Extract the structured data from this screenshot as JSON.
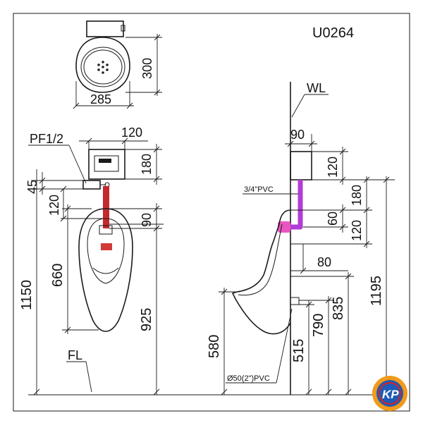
{
  "model_code": "U0264",
  "labels": {
    "water_level": "WL",
    "floor_level": "FL",
    "supply_connection": "PF1/2",
    "supply_pipe": "3/4\"PVC",
    "drain_pipe": "Ø50(2\")PVC"
  },
  "top_view": {
    "width": "285",
    "depth": "300"
  },
  "front_view": {
    "valve_width": "120",
    "valve_height": "180",
    "connector_height": "45",
    "pipe_length": "120",
    "inlet_drop": "90",
    "bowl_height": "660",
    "total_height": "1150",
    "rim_height": "925"
  },
  "side_view": {
    "valve_depth": "90",
    "valve_height": "120",
    "pipe_height": "180",
    "inlet_height": "60",
    "inlet_offset": "120",
    "projection": "80",
    "rim_height": "580",
    "drain_height": "515",
    "outlet_height": "790",
    "supply_height": "835",
    "valve_top_height": "1195"
  },
  "logo": {
    "text": "KP"
  },
  "colors": {
    "line": "#1a1a1a",
    "front_pipe": "#c4292e",
    "side_pipe": "#b13dd4",
    "inlet_highlight": "#ea56c0",
    "logo_fill": "#1e5bb8",
    "logo_ring": "#f29a1a",
    "logo_red": "#d82222"
  }
}
